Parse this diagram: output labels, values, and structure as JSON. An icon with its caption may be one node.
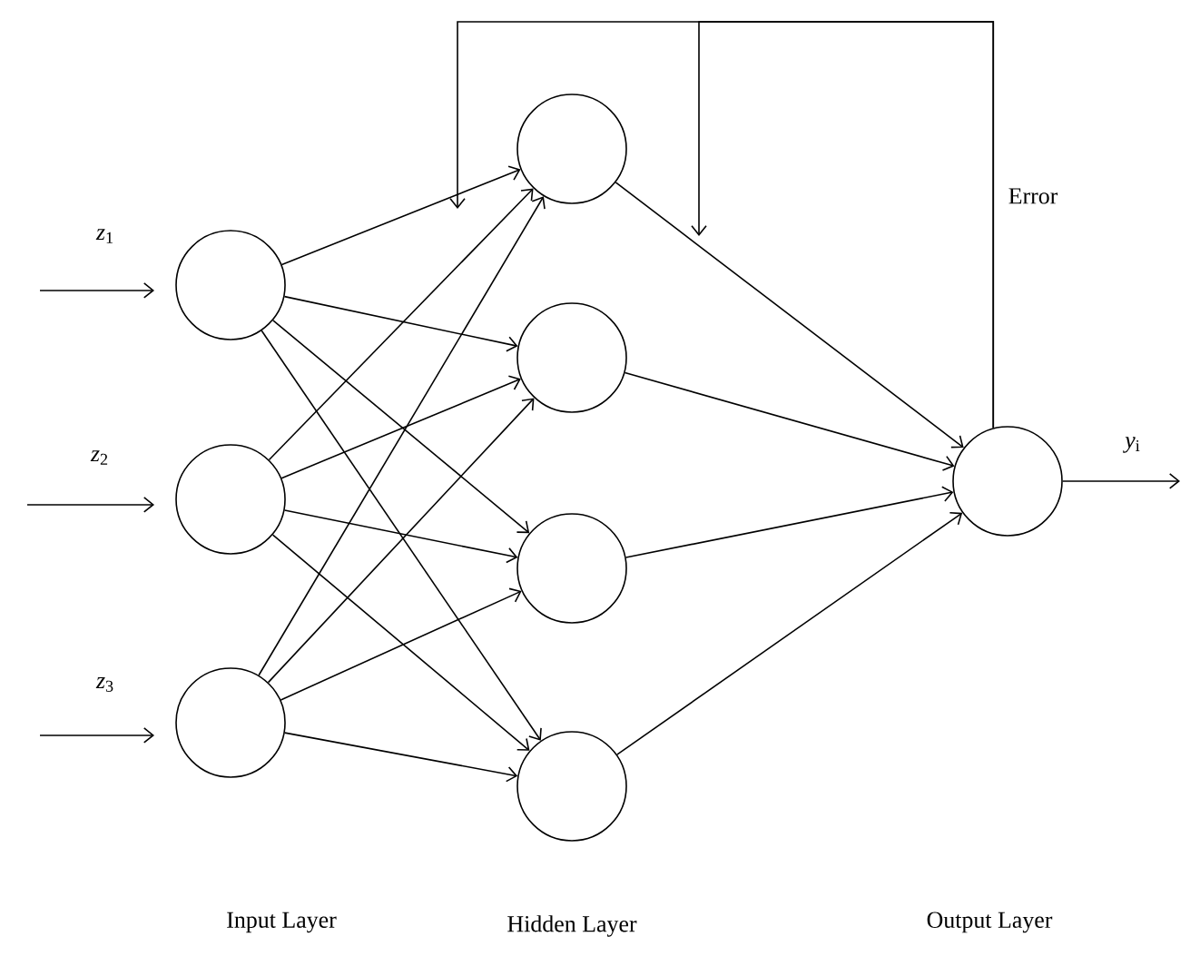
{
  "diagram": {
    "nodes": [
      {
        "text": [],
        "shape": "circle"
      },
      {
        "text": [],
        "shape": "circle"
      },
      {
        "text": [],
        "shape": "circle"
      },
      {
        "text": [],
        "shape": "circle"
      },
      {
        "text": [],
        "shape": "circle"
      },
      {
        "text": [],
        "shape": "circle"
      },
      {
        "text": [],
        "shape": "circle"
      },
      {
        "text": [],
        "shape": "circle"
      }
    ],
    "edges": [
      {
        "from": null,
        "to": 0,
        "arrow": "to",
        "label": "*z*$_{1}$"
      },
      {
        "from": null,
        "to": 1,
        "arrow": "to",
        "label": "*z*$_{2}$"
      },
      {
        "from": null,
        "to": 2,
        "arrow": "to",
        "label": "*z*$_{3}$"
      },
      {
        "from": 0,
        "to": 3,
        "arrow": "to"
      },
      {
        "from": 0,
        "to": 4,
        "arrow": "to"
      },
      {
        "from": 0,
        "to": 5,
        "arrow": "to"
      },
      {
        "from": 0,
        "to": 6,
        "arrow": "to"
      },
      {
        "from": 1,
        "to": 3,
        "arrow": "to"
      },
      {
        "from": 1,
        "to": 4,
        "arrow": "to"
      },
      {
        "from": 1,
        "to": 5,
        "arrow": "to"
      },
      {
        "from": 1,
        "to": 6,
        "arrow": "to"
      },
      {
        "from": 2,
        "to": 3,
        "arrow": "to"
      },
      {
        "from": 2,
        "to": 4,
        "arrow": "to"
      },
      {
        "from": 2,
        "to": 5,
        "arrow": "to"
      },
      {
        "from": 2,
        "to": 6,
        "arrow": "to"
      },
      {
        "from": 3,
        "to": 7,
        "arrow": "to"
      },
      {
        "from": 4,
        "to": 7,
        "arrow": "to"
      },
      {
        "from": 5,
        "to": 7,
        "arrow": "to"
      },
      {
        "from": 6,
        "to": 7,
        "arrow": "to"
      },
      {
        "from": 7,
        "to": null,
        "arrow": "to",
        "label": "*y*$_{i}$"
      },
      {
        "from": 7,
        "to": null,
        "arrow": "to"
      },
      {
        "from": 7,
        "to": null,
        "arrow": "to"
      }
    ],
    "labels": [
      "Error",
      "Input Layer",
      "Hidden Layer",
      "Output Layer"
    ]
  }
}
